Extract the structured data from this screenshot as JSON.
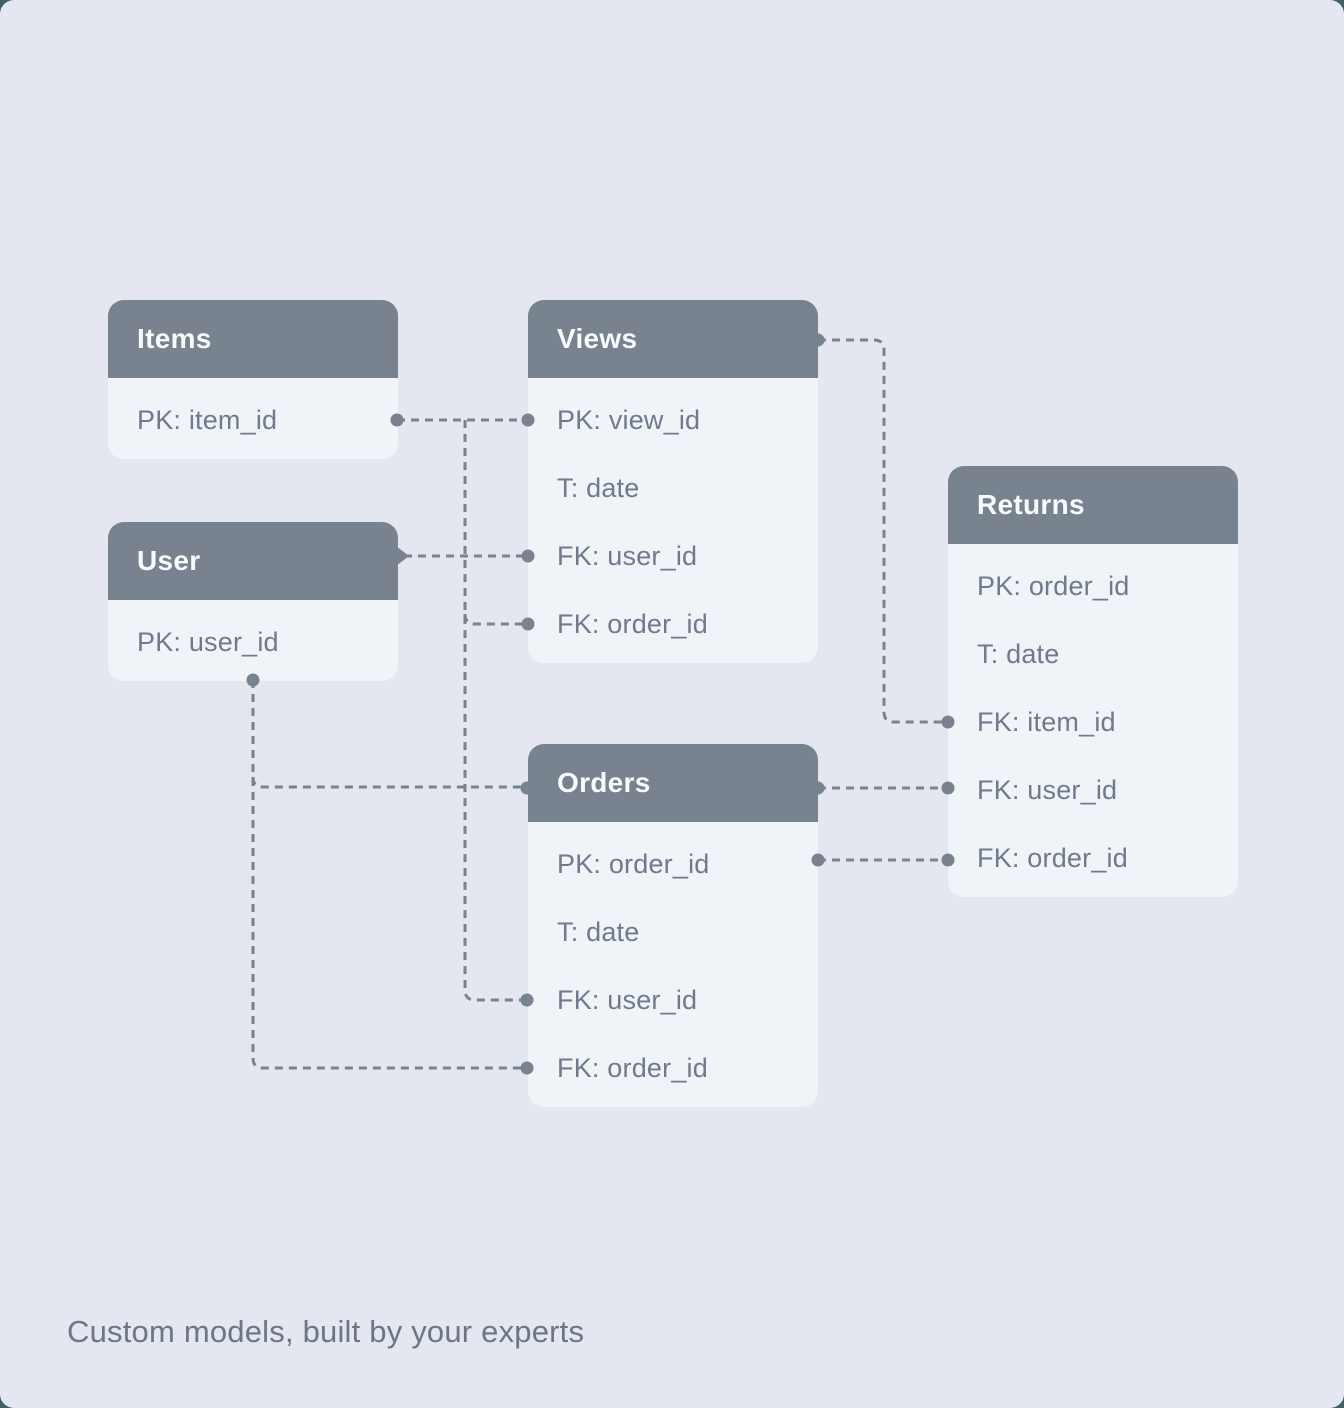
{
  "diagram": {
    "caption": "Custom models, built by your experts",
    "tables": [
      {
        "id": "items",
        "title": "Items",
        "rows": [
          "PK: item_id"
        ]
      },
      {
        "id": "views",
        "title": "Views",
        "rows": [
          "PK: view_id",
          "T: date",
          "FK: user_id",
          "FK: order_id"
        ]
      },
      {
        "id": "user",
        "title": "User",
        "rows": [
          "PK: user_id"
        ]
      },
      {
        "id": "orders",
        "title": "Orders",
        "rows": [
          "PK: order_id",
          "T: date",
          "FK: user_id",
          "FK: order_id"
        ]
      },
      {
        "id": "returns",
        "title": "Returns",
        "rows": [
          "PK: order_id",
          "T: date",
          "FK: item_id",
          "FK: user_id",
          "FK: order_id"
        ]
      }
    ],
    "relations": [
      {
        "from": "Items.item_id",
        "to": "Views.view_id",
        "style": "dashed"
      },
      {
        "from": "Items.item_id",
        "to": "Views.order_id",
        "style": "dashed"
      },
      {
        "from": "Items.item_id",
        "to": "Orders.user_id",
        "style": "dashed"
      },
      {
        "from": "User",
        "to": "Views.user_id",
        "style": "dashed"
      },
      {
        "from": "User.user_id",
        "to": "Orders",
        "style": "dashed"
      },
      {
        "from": "User.user_id",
        "to": "Orders.order_id",
        "style": "dashed"
      },
      {
        "from": "Views",
        "to": "Returns.item_id",
        "style": "dashed"
      },
      {
        "from": "Orders",
        "to": "Returns.user_id",
        "style": "dashed"
      },
      {
        "from": "Orders.order_id",
        "to": "Returns.order_id",
        "style": "dashed"
      }
    ],
    "colors": {
      "background": "#E4E7EF",
      "card_body": "#F0F3F8",
      "card_header": "#78838F",
      "connector": "#78838F",
      "row_text": "#6F7A8C",
      "header_text": "#F8FAFC",
      "caption_text": "#6B7686"
    }
  }
}
